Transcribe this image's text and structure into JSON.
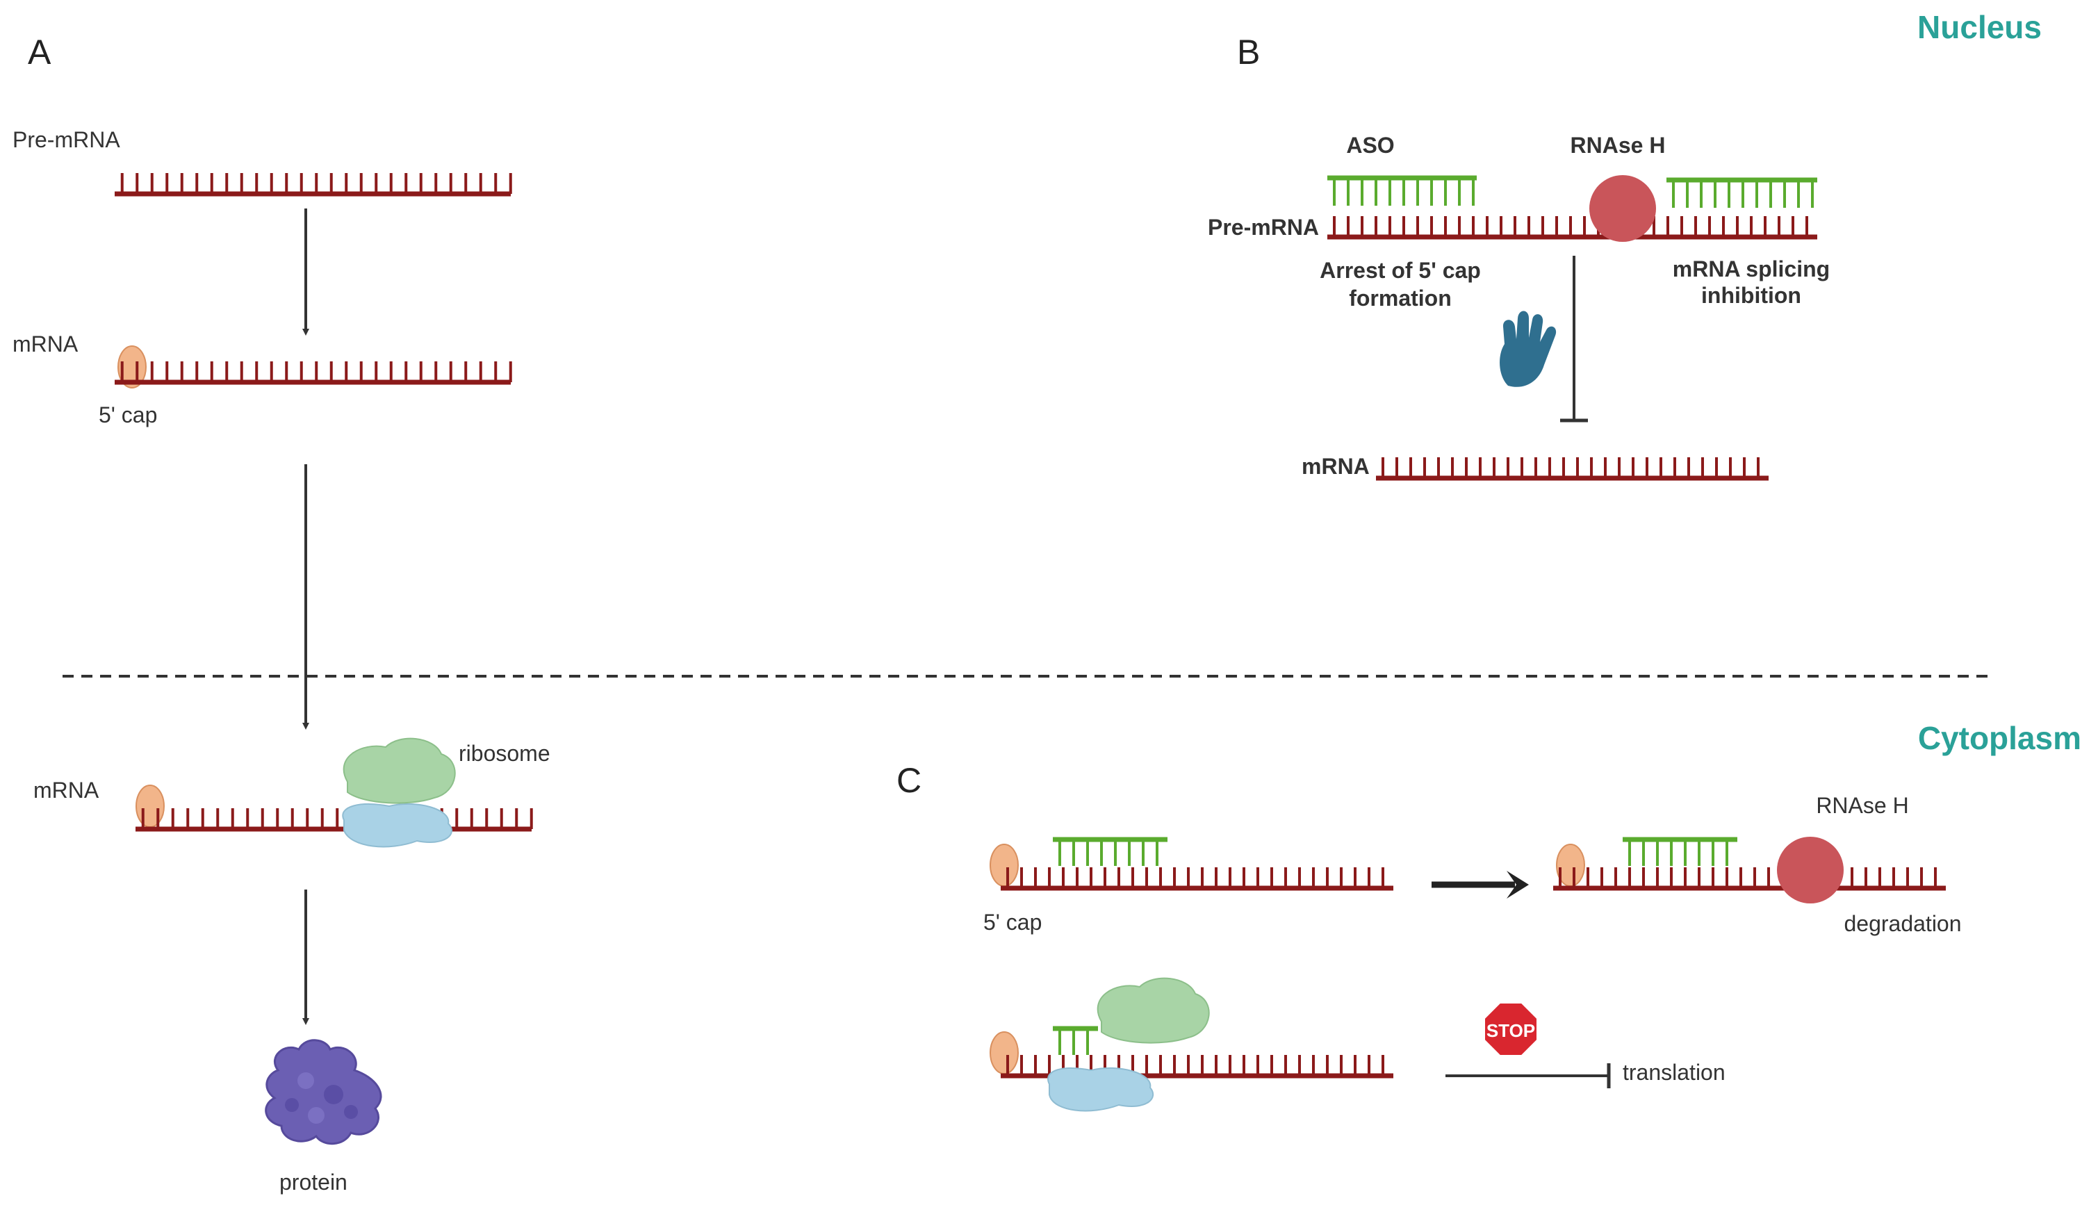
{
  "colors": {
    "rna": "#8b1a1a",
    "aso": "#5aab2e",
    "cap": "#f2b58a",
    "cap_stroke": "#d9905f",
    "rnase": "#c9555a",
    "ribosome_large": "#a8d4a6",
    "ribosome_small": "#a9d2e6",
    "protein": "#6b5fb3",
    "hand": "#2f6f8f",
    "stop": "#d9262f",
    "region_label": "#2aa198",
    "arrow": "#333333"
  },
  "regions": {
    "nucleus": "Nucleus",
    "cytoplasm": "Cytoplasm"
  },
  "panel_a": {
    "letter": "A",
    "pre_mrna": "Pre-mRNA",
    "mrna_1": "mRNA",
    "cap_1": "5' cap",
    "mrna_2": "mRNA",
    "ribosome": "ribosome",
    "protein": "protein"
  },
  "panel_b": {
    "letter": "B",
    "aso": "ASO",
    "rnase_h": "RNAse H",
    "pre_mrna": "Pre-mRNA",
    "arrest_line1": "Arrest of 5' cap",
    "arrest_line2": "formation",
    "splicing_line1": "mRNA splicing",
    "splicing_line2": "inhibition",
    "mrna": "mRNA",
    "icons": [
      "hand-stop-icon"
    ]
  },
  "panel_c": {
    "letter": "C",
    "cap": "5' cap",
    "rnase_h": "RNAse H",
    "degradation": "degradation",
    "stop": "STOP",
    "translation": "translation",
    "icons": [
      "stop-sign-icon"
    ]
  }
}
